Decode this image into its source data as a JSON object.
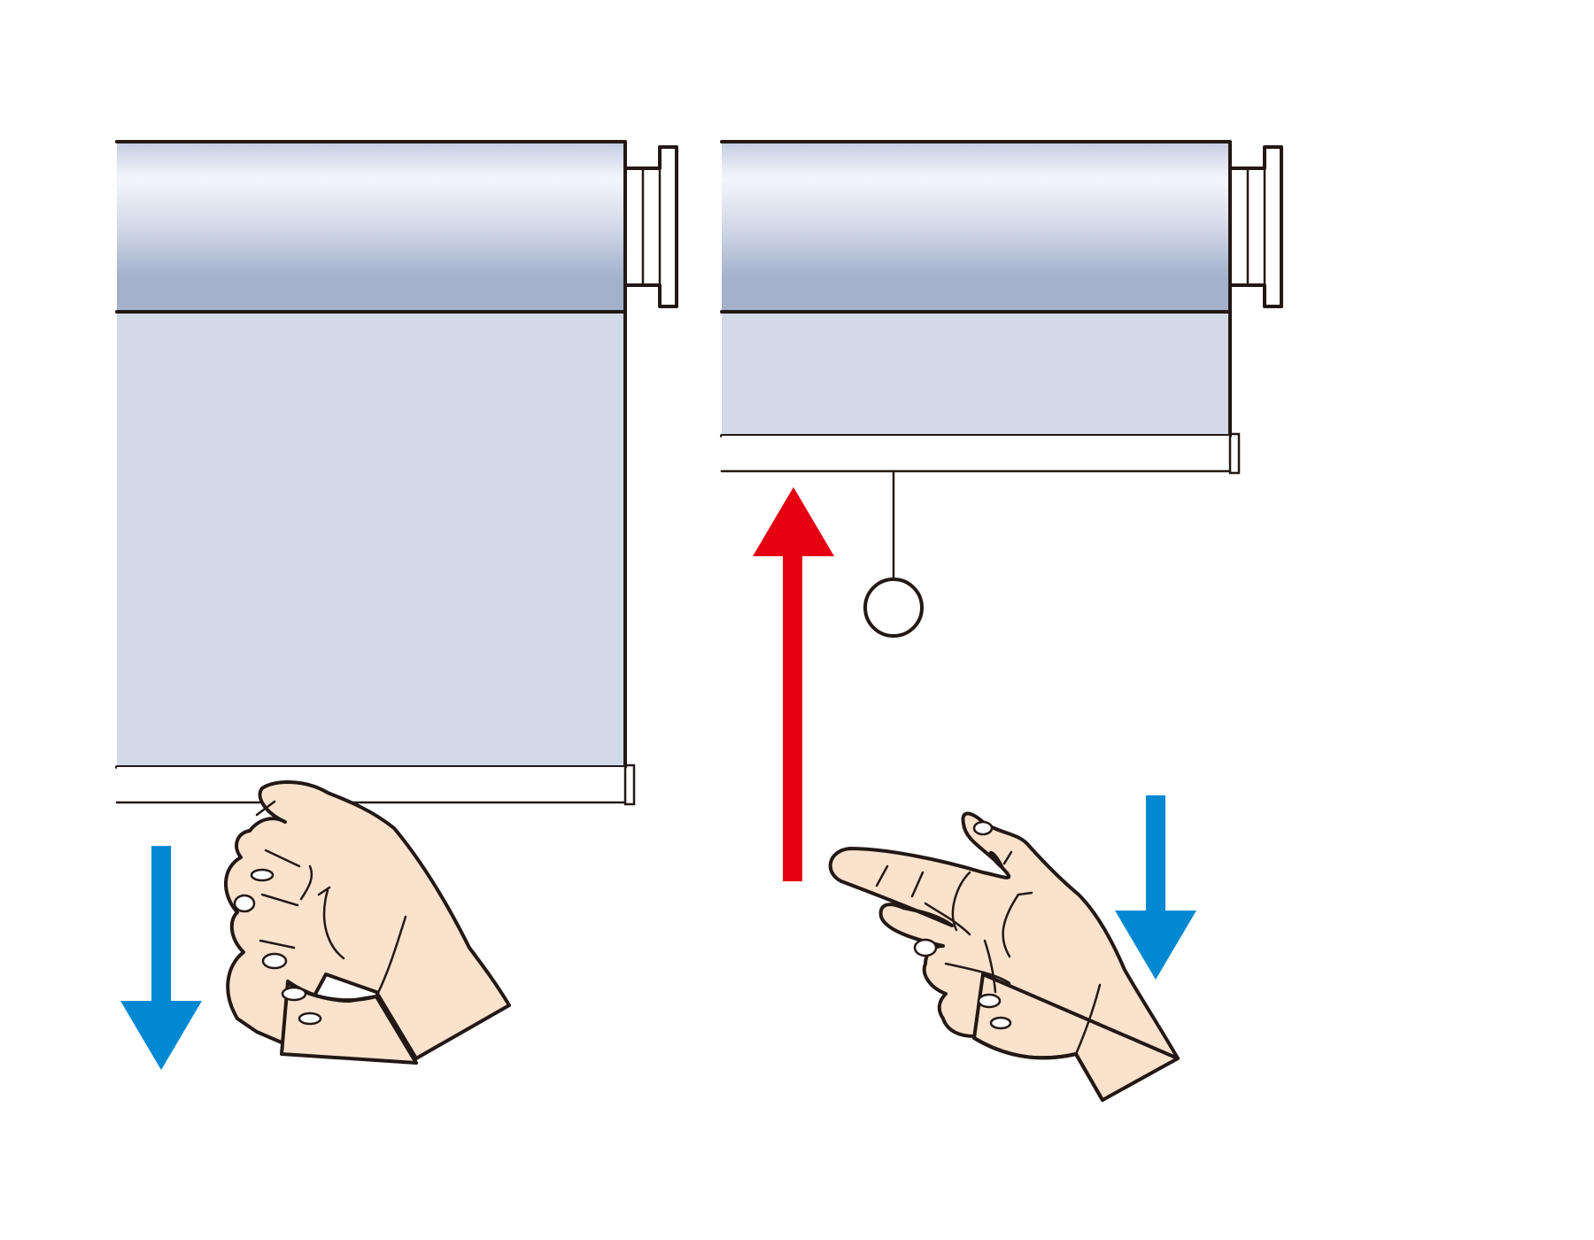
{
  "colors": {
    "roller_highlight": "#f4f6fb",
    "roller_shadow": "#a3b1cb",
    "fabric": "#d2d9e7",
    "outline": "#231815",
    "skin": "#fbe2cd",
    "arrow_up": "#e60012",
    "arrow_down": "#0089d2",
    "background": "#ffffff"
  },
  "panels": [
    {
      "id": "left",
      "state": "shade-lowered-pulled-by-cord-grip",
      "arrow": "down"
    },
    {
      "id": "right",
      "state": "shade-retracting-after-release",
      "arrows": [
        "up",
        "down"
      ]
    }
  ]
}
